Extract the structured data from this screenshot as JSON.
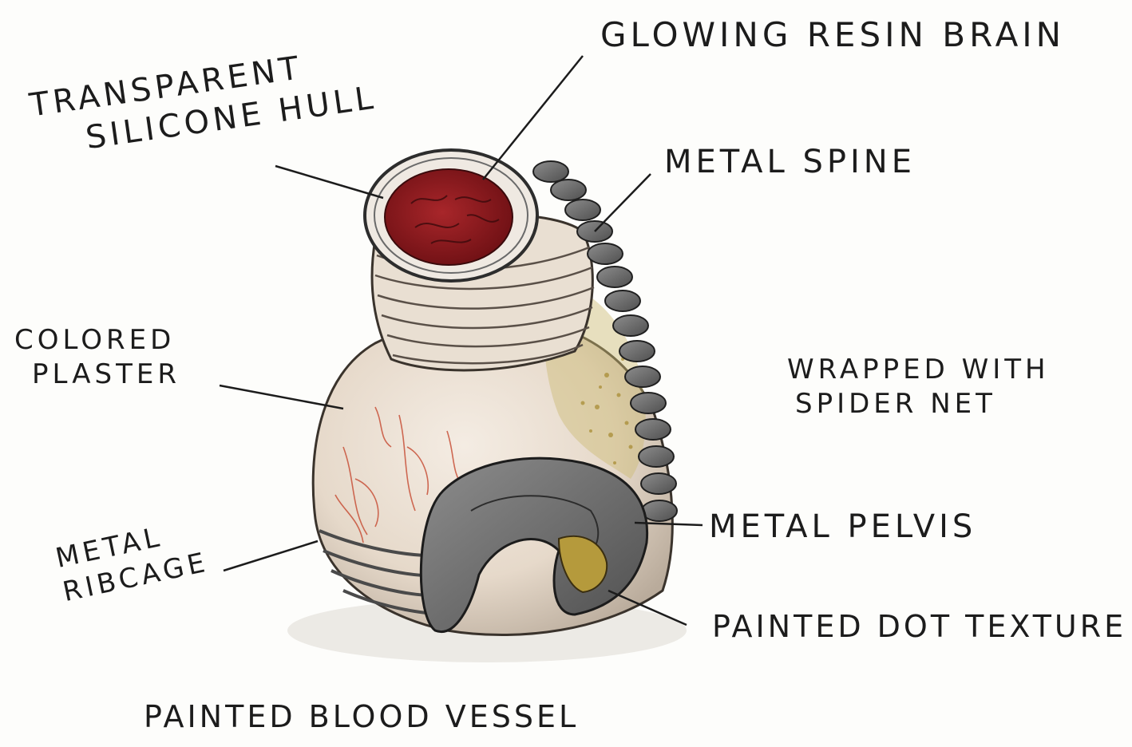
{
  "labels": {
    "brain": "GLOWING RESIN BRAIN",
    "hull": [
      "TRANSPARENT",
      "SILICONE HULL"
    ],
    "spine": "METAL SPINE",
    "plaster": [
      "COLORED",
      "PLASTER"
    ],
    "net": [
      "WRAPPED WITH",
      "SPIDER NET"
    ],
    "ribcage": [
      "METAL",
      "RIBCAGE"
    ],
    "pelvis": "METAL PELVIS",
    "dots": "PAINTED DOT TEXTURE",
    "vessel": "PAINTED BLOOD VESSEL"
  },
  "colors": {
    "ink": "#1c1c1c",
    "brain": "#9b1b1f",
    "plaster": "#eaded0",
    "metal": "#6d6d6d",
    "dots": "#b59a3c",
    "vessel": "#c8523a"
  }
}
